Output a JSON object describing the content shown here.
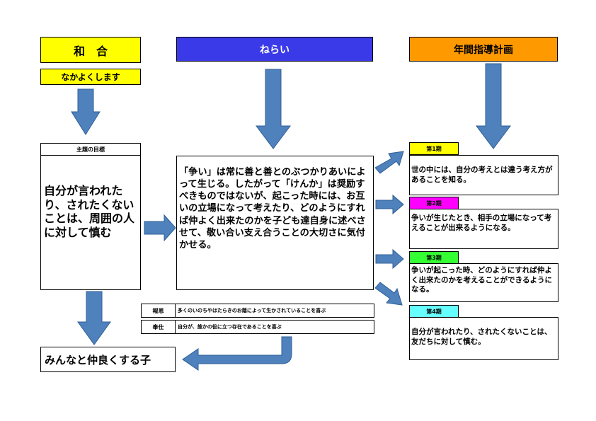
{
  "headers": {
    "wago": "和　合",
    "nakayoku": "なかよくします",
    "nerai": "ねらい",
    "plan": "年間指導計画"
  },
  "theme": {
    "label": "主題の目標",
    "text": "自分が言われたり、されたくないことは、周囲の人に対して慎む"
  },
  "aim": {
    "text": "「争い」は常に善と善とのぶつかりあいによって生じる。したがって「けんか」は奨励すべきものではないが、起こった時には、お互いの立場になって考えたり、どのようにすれば仲よく出来たのかを子ども達自身に述べさせて、敬い合い支え合うことの大切さに気付かせる。"
  },
  "values": [
    {
      "label": "報恩",
      "text": "多くのいのちやはたらきのお蔭によって生かされていることを喜ぶ"
    },
    {
      "label": "奉仕",
      "text": "自分が、誰かの役に立つ存在であることを喜ぶ"
    }
  ],
  "result": {
    "text": "みんなと仲良くする子"
  },
  "periods": [
    {
      "label": "第1期",
      "text": "世の中には、自分の考えとは違う考え方があることを知る。"
    },
    {
      "label": "第2期",
      "text": "争いが生じたとき、相手の立場になって考えることが出来るようになる。"
    },
    {
      "label": "第3期",
      "text": "争いが起こった時、どのようにすれば仲よく出来たのかを考えることができるようになる。"
    },
    {
      "label": "第4期",
      "text": "自分が言われたり、されたくないことは、友だちに対して慎む。"
    }
  ],
  "colors": {
    "yellow": "#ffff00",
    "blue": "#3a3ae8",
    "orange": "#ff9900",
    "magenta": "#ff00ff",
    "green": "#33ff33",
    "cyan": "#66ffff",
    "arrow": "#4f81bd"
  }
}
